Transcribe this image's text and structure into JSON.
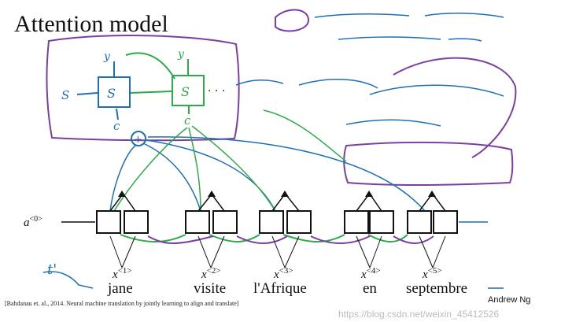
{
  "slide": {
    "title": "Attention model",
    "input_words": [
      "jane",
      "visite",
      "l'Afrique",
      "en",
      "septembre"
    ],
    "input_labels": [
      "x",
      "x",
      "x",
      "x",
      "x"
    ],
    "input_indices": [
      "<1>",
      "<2>",
      "<3>",
      "<4>",
      "<5>"
    ],
    "initial_activation": "a",
    "initial_activation_index": "<0>",
    "citation": "[Bahdanau et. al., 2014. Neural machine translation by jointly learning to align and translate]",
    "author": "Andrew Ng",
    "watermark": "https://blog.csdn.net/weixin_45412526"
  },
  "colors": {
    "ink": "#111111",
    "blue_ink": "#1f6fb5",
    "green_ink": "#2eaa4a",
    "purple_ink": "#7b3fa1",
    "pink_ink": "#c0307a"
  }
}
